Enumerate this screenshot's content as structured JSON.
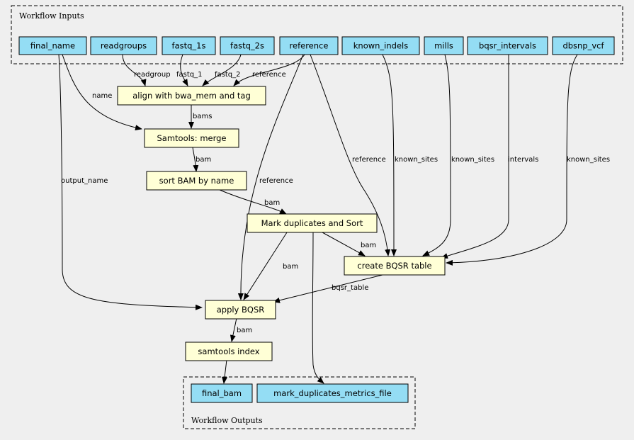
{
  "clusters": {
    "inputs_label": "Workflow Inputs",
    "outputs_label": "Workflow Outputs"
  },
  "inputs": {
    "final_name": "final_name",
    "readgroups": "readgroups",
    "fastq_1s": "fastq_1s",
    "fastq_2s": "fastq_2s",
    "reference": "reference",
    "known_indels": "known_indels",
    "mills": "mills",
    "bqsr_intervals": "bqsr_intervals",
    "dbsnp_vcf": "dbsnp_vcf"
  },
  "steps": {
    "align": "align with bwa_mem and tag",
    "merge": "Samtools: merge",
    "sort": "sort BAM by name",
    "markdup": "Mark duplicates and Sort",
    "bqsr_table": "create BQSR table",
    "apply_bqsr": "apply BQSR",
    "index": "samtools index"
  },
  "outputs": {
    "final_bam": "final_bam",
    "metrics": "mark_duplicates_metrics_file"
  },
  "edge_labels": {
    "readgroup": "readgroup",
    "fastq_1": "fastq_1",
    "fastq_2": "fastq_2",
    "reference_align": "reference",
    "name": "name",
    "bams": "bams",
    "bam_merge_sort": "bam",
    "output_name": "output_name",
    "reference_apply": "reference",
    "bam_sort_markdup": "bam",
    "reference_bqsr": "reference",
    "known_sites_indels": "known_sites",
    "known_sites_mills": "known_sites",
    "intervals": "intervals",
    "known_sites_dbsnp": "known_sites",
    "bam_markdup_bqsr": "bam",
    "bam_markdup_apply": "bam",
    "bqsr_table": "bqsr_table",
    "bam_apply_index": "bam"
  }
}
